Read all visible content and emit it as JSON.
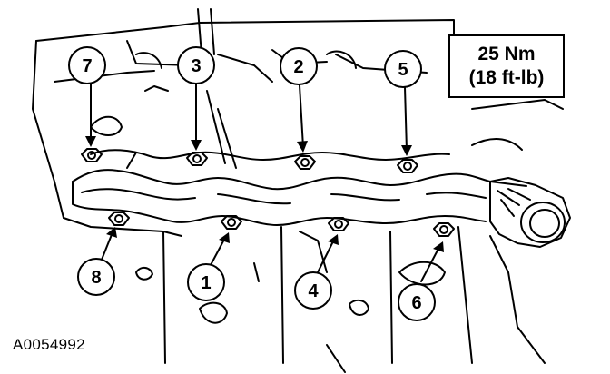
{
  "torque_spec": {
    "metric": "25 Nm",
    "imperial": "(18 ft-lb)"
  },
  "figure_id": "A0054992",
  "callouts": [
    {
      "label": "7"
    },
    {
      "label": "3"
    },
    {
      "label": "2"
    },
    {
      "label": "5"
    },
    {
      "label": "8"
    },
    {
      "label": "1"
    },
    {
      "label": "4"
    },
    {
      "label": "6"
    }
  ]
}
